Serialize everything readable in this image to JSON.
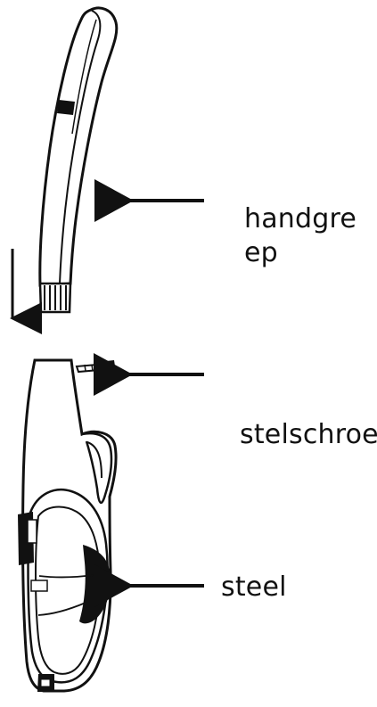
{
  "labels": {
    "handgreep_line1": "handgre",
    "handgreep_line2": "ep",
    "stelschroef": "stelschroef",
    "steel": "steel"
  },
  "colors": {
    "ink": "#111111",
    "background": "#ffffff"
  }
}
